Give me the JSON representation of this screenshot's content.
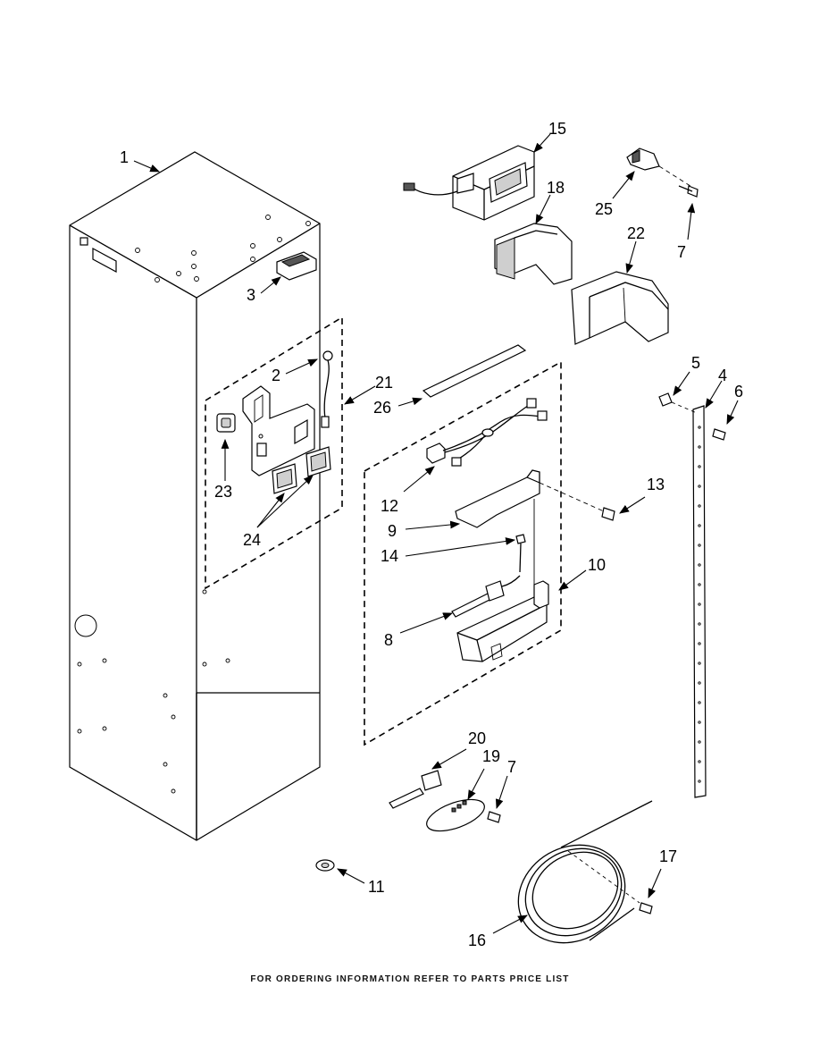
{
  "footer": "FOR ORDERING INFORMATION REFER TO PARTS PRICE LIST",
  "callouts": {
    "c1": "1",
    "c2": "2",
    "c3": "3",
    "c4": "4",
    "c5": "5",
    "c6": "6",
    "c7a": "7",
    "c7b": "7",
    "c8": "8",
    "c9": "9",
    "c10": "10",
    "c11": "11",
    "c12": "12",
    "c13": "13",
    "c14": "14",
    "c15": "15",
    "c16": "16",
    "c17": "17",
    "c18": "18",
    "c19": "19",
    "c20": "20",
    "c21": "21",
    "c22": "22",
    "c23": "23",
    "c24": "24",
    "c25": "25",
    "c26": "26"
  }
}
